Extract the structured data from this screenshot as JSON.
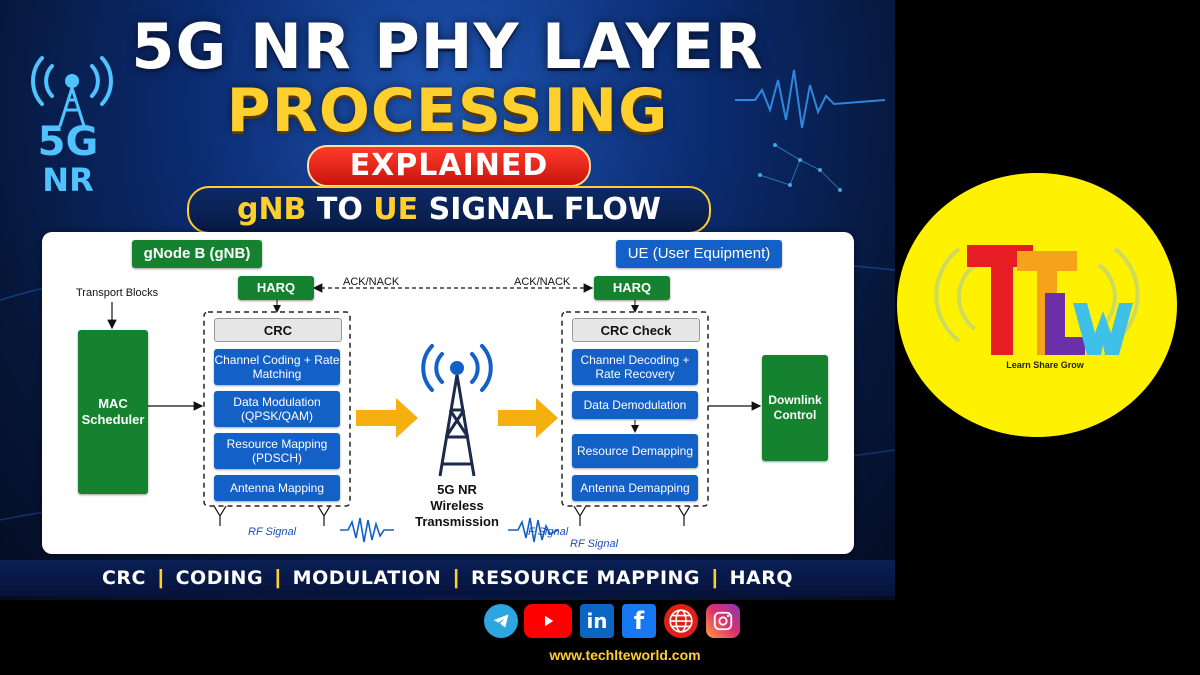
{
  "title": {
    "line1": "5G NR PHY LAYER",
    "line2": "PROCESSING",
    "explained": "EXPLAINED",
    "subtitle_gnb": "gNB",
    "subtitle_to": "TO",
    "subtitle_ue": "UE",
    "subtitle_rest": "SIGNAL FLOW"
  },
  "logo_5g": {
    "line1": "5G",
    "line2": "NR",
    "icon": "antenna-tower-icon"
  },
  "diagram": {
    "gnb_label": "gNode B (gNB)",
    "ue_label": "UE (User Equipment)",
    "transport_blocks": "Transport Blocks",
    "mac_scheduler": "MAC Scheduler",
    "downlink_control": "Downlink Control",
    "harq_tx": "HARQ",
    "harq_rx": "HARQ",
    "ack_nack_1": "ACK/NACK",
    "ack_nack_2": "ACK/NACK",
    "tx_chain": {
      "crc": "CRC",
      "steps": [
        "Channel Coding + Rate Matching",
        "Data Modulation (QPSK/QAM)",
        "Resource Mapping (PDSCH)",
        "Antenna Mapping"
      ]
    },
    "rx_chain": {
      "crc": "CRC Check",
      "steps": [
        "Channel Decoding + Rate Recovery",
        "Data Demodulation",
        "Resource Demapping",
        "Antenna Demapping"
      ]
    },
    "wireless": {
      "line1": "5G NR",
      "line2": "Wireless",
      "line3": "Transmission"
    },
    "rf_signal_1": "RF Signal",
    "rf_signal_2": "F Signal",
    "rf_signal_3": "RF Signal"
  },
  "keywords": [
    "CRC",
    "CODING",
    "MODULATION",
    "RESOURCE MAPPING",
    "HARQ"
  ],
  "brand": {
    "tagline": "Learn Share Grow",
    "website": "www.techlteworld.com"
  },
  "socials": [
    "telegram-icon",
    "youtube-icon",
    "linkedin-icon",
    "facebook-icon",
    "globe-icon",
    "instagram-icon"
  ],
  "colors": {
    "green": "#14822e",
    "blue": "#1360c7",
    "gold": "#ffcf2e",
    "red": "#e02014",
    "yellow_circle": "#fff200"
  }
}
